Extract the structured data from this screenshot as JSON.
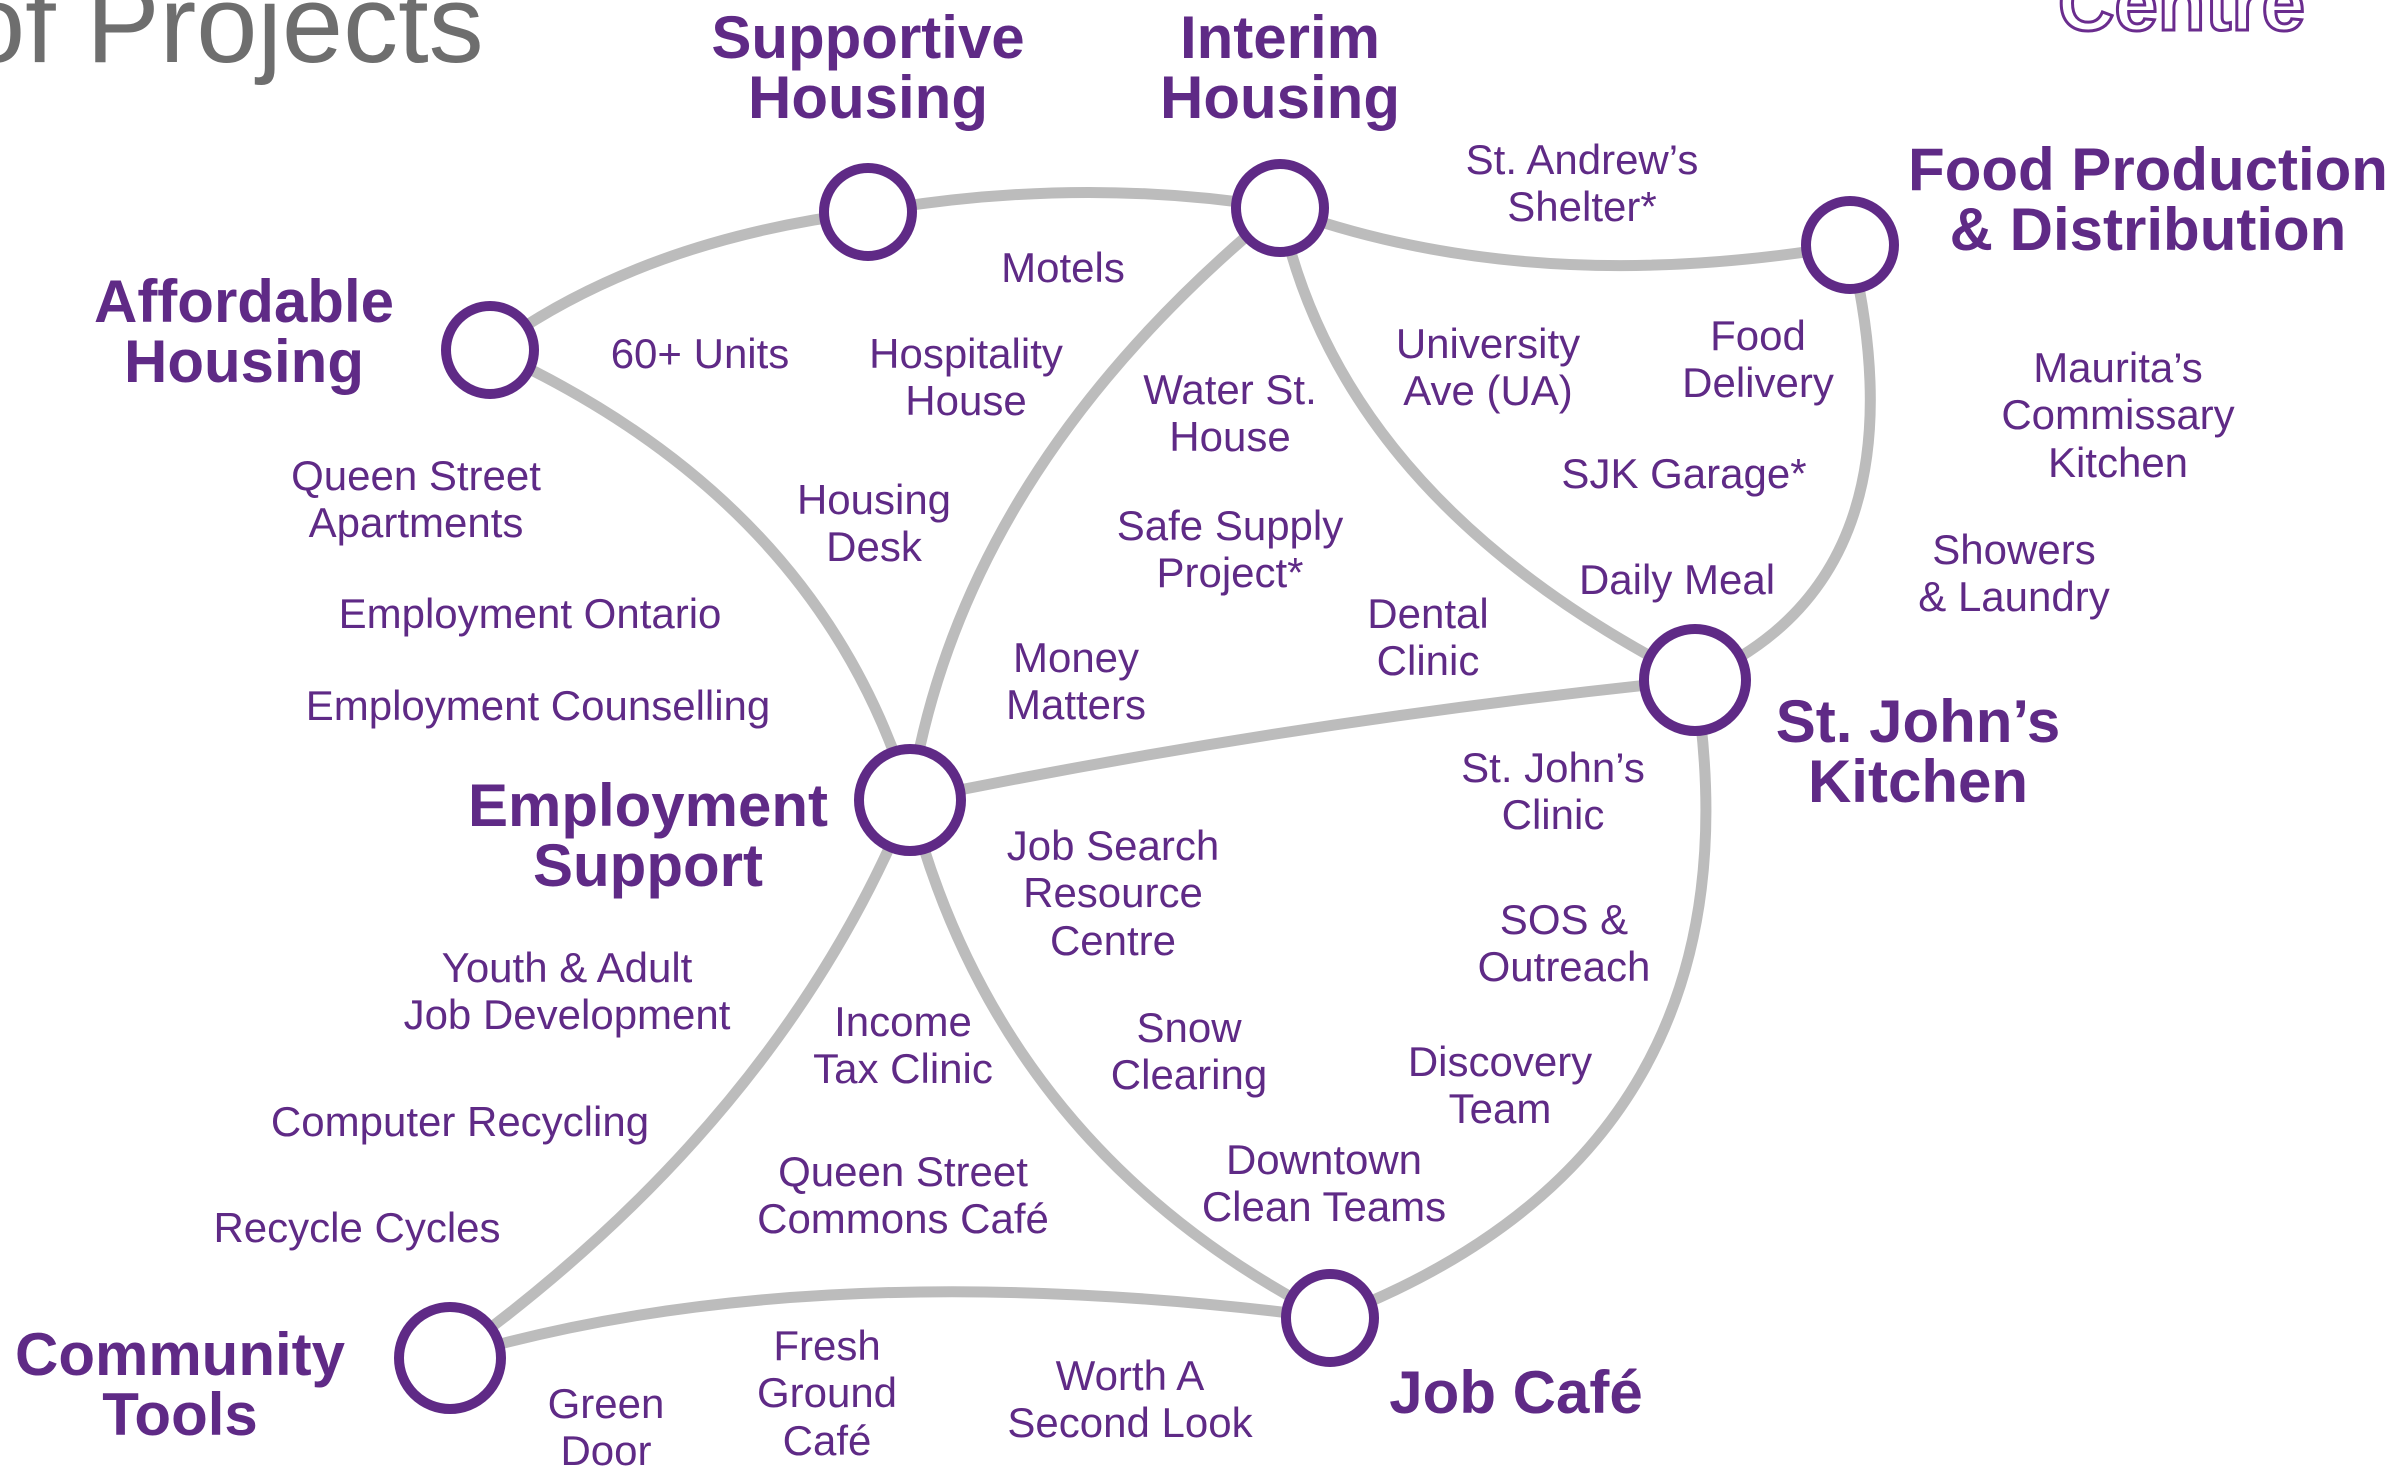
{
  "title": "of Projects",
  "brand": "Centre",
  "colors": {
    "accent": "#5f2a86",
    "line": "#bcbcbc",
    "title": "#6e6e6e"
  },
  "hubs": {
    "supportive_housing": "Supportive\nHousing",
    "interim_housing": "Interim\nHousing",
    "food_production": "Food Production\n& Distribution",
    "affordable_housing": "Affordable\nHousing",
    "employment_support": "Employment\nSupport",
    "st_johns_kitchen": "St. John’s\nKitchen",
    "community_tools": "Community\nTools",
    "job_cafe": "Job Café"
  },
  "programs": {
    "st_andrews_shelter": "St. Andrew’s\nShelter*",
    "motels": "Motels",
    "sixty_units": "60+ Units",
    "hospitality_house": "Hospitality\nHouse",
    "water_st_house": "Water St.\nHouse",
    "university_ave": "University\nAve (UA)",
    "food_delivery": "Food\nDelivery",
    "mauritas_kitchen": "Maurita’s\nCommissary\nKitchen",
    "queen_street_apartments": "Queen Street\nApartments",
    "housing_desk": "Housing\nDesk",
    "sjk_garage": "SJK Garage*",
    "safe_supply": "Safe Supply\nProject*",
    "showers_laundry": "Showers\n& Laundry",
    "daily_meal": "Daily Meal",
    "employment_ontario": "Employment Ontario",
    "dental_clinic": "Dental\nClinic",
    "money_matters": "Money\nMatters",
    "employment_counselling": "Employment Counselling",
    "st_johns_clinic": "St. John’s\nClinic",
    "job_search": "Job Search\nResource\nCentre",
    "sos_outreach": "SOS &\nOutreach",
    "youth_adult": "Youth & Adult\nJob Development",
    "income_tax": "Income\nTax Clinic",
    "snow_clearing": "Snow\nClearing",
    "discovery_team": "Discovery\nTeam",
    "computer_recycling": "Computer Recycling",
    "downtown_clean": "Downtown\nClean Teams",
    "queen_street_commons": "Queen Street\nCommons Café",
    "recycle_cycles": "Recycle Cycles",
    "fresh_ground": "Fresh\nGround\nCafé",
    "worth_a_second_look": "Worth A\nSecond Look",
    "green_door": "Green\nDoor"
  }
}
